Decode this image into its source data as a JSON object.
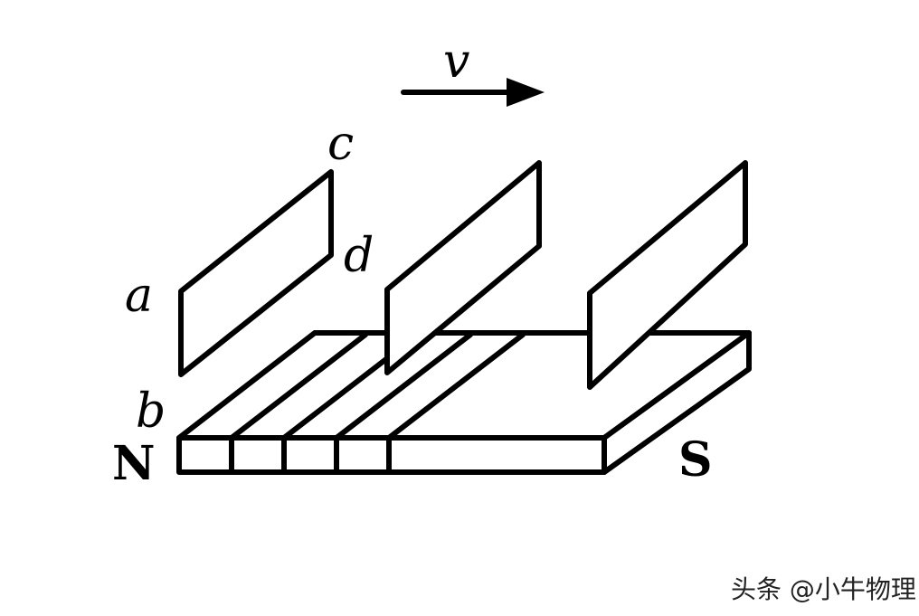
{
  "labels": {
    "velocity": "v",
    "corner_a": "a",
    "corner_b": "b",
    "corner_c": "c",
    "corner_d": "d",
    "pole_north": "N",
    "pole_south": "S"
  },
  "watermark": "头条 @小牛物理"
}
